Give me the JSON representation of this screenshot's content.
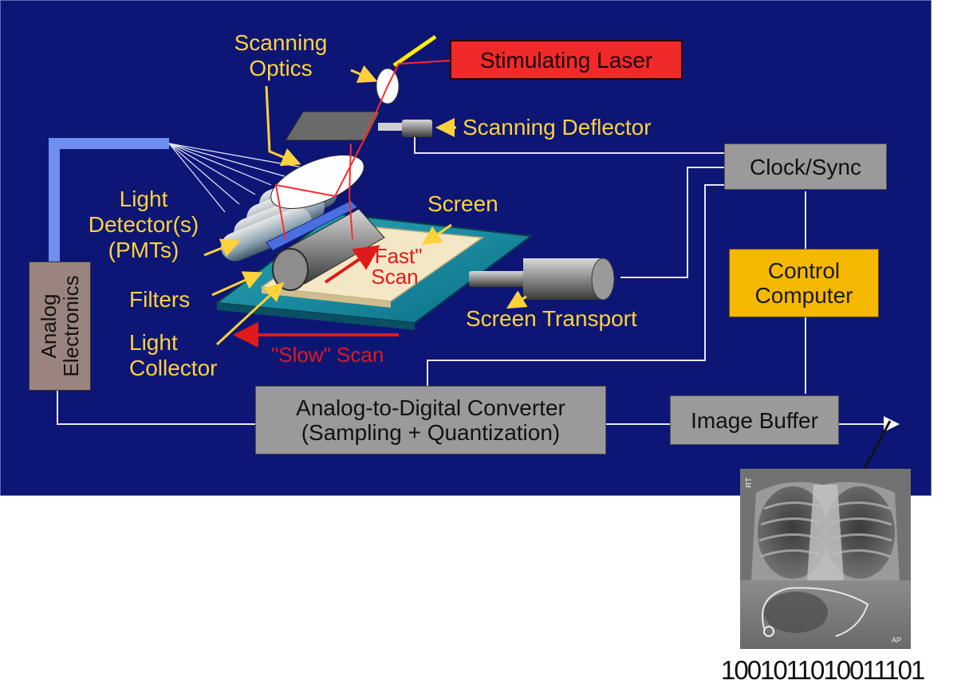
{
  "labels": {
    "scanning_optics": "Scanning\nOptics",
    "stimulating_laser": "Stimulating Laser",
    "scanning_deflector": "Scanning Deflector",
    "clock_sync": "Clock/Sync",
    "light_detectors": "Light\nDetector(s)\n(PMTs)",
    "screen": "Screen",
    "fast_scan": "\"Fast\"\nScan",
    "analog_electronics": "Analog\nElectronics",
    "control_computer": "Control\nComputer",
    "filters": "Filters",
    "screen_transport": "Screen Transport",
    "light_collector": "Light\nCollector",
    "slow_scan": "\"Slow\" Scan",
    "adc": "Analog-to-Digital Converter\n(Sampling + Quantization)",
    "image_buffer": "Image Buffer",
    "binary_output": "1001011010011101"
  },
  "xray_marks": {
    "left": "RT",
    "bottom": "AP"
  },
  "colors": {
    "panel_bg": "#0d1675",
    "label_yellow": "#ffd23c",
    "laser_red": "#f02a2a",
    "box_gray": "#9a9a9a",
    "computer_yellow": "#f5b800",
    "analog_brown": "#9b8480",
    "fiber_blue": "#6f8ff0"
  }
}
